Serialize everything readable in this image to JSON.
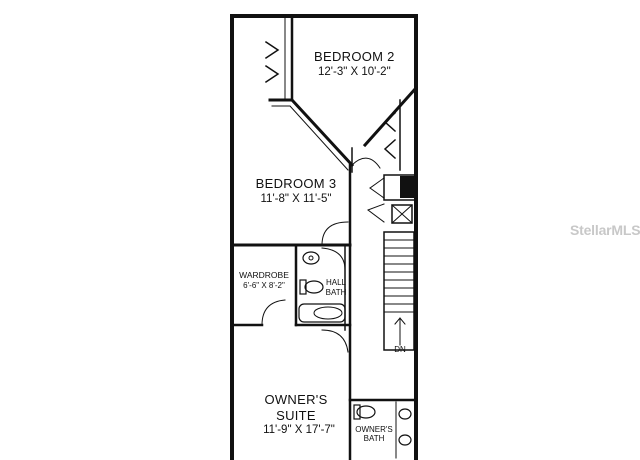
{
  "rooms": {
    "bedroom2": {
      "name": "BEDROOM 2",
      "dims": "12'-3\" X 10'-2\""
    },
    "bedroom3": {
      "name": "BEDROOM 3",
      "dims": "11'-8\" X 11'-5\""
    },
    "wardrobe": {
      "name": "WARDROBE",
      "dims": "6'-6\" X 8'-2\""
    },
    "hall_bath": {
      "line1": "HALL",
      "line2": "BATH"
    },
    "owners_suite": {
      "line1": "OWNER'S",
      "line2": "SUITE",
      "dims": "11'-9\" X 17'-7\""
    },
    "owners_bath": {
      "line1": "OWNER'S",
      "line2": "BATH"
    }
  },
  "stairs": {
    "label": "DN"
  },
  "watermark": "StellarMLS"
}
